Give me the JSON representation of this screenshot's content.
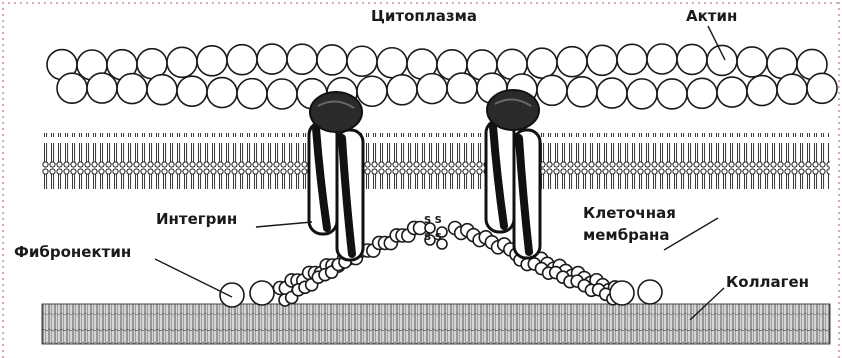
{
  "labels": {
    "cytoplasm": "Цитоплазма",
    "actin": "Актин",
    "integrin": "Интегрин",
    "cell_membrane_line1": "Клеточная",
    "cell_membrane_line2": "мембрана",
    "fibronectin": "Фибронектин",
    "collagen": "Коллаген",
    "disulfide": "S S"
  }
}
